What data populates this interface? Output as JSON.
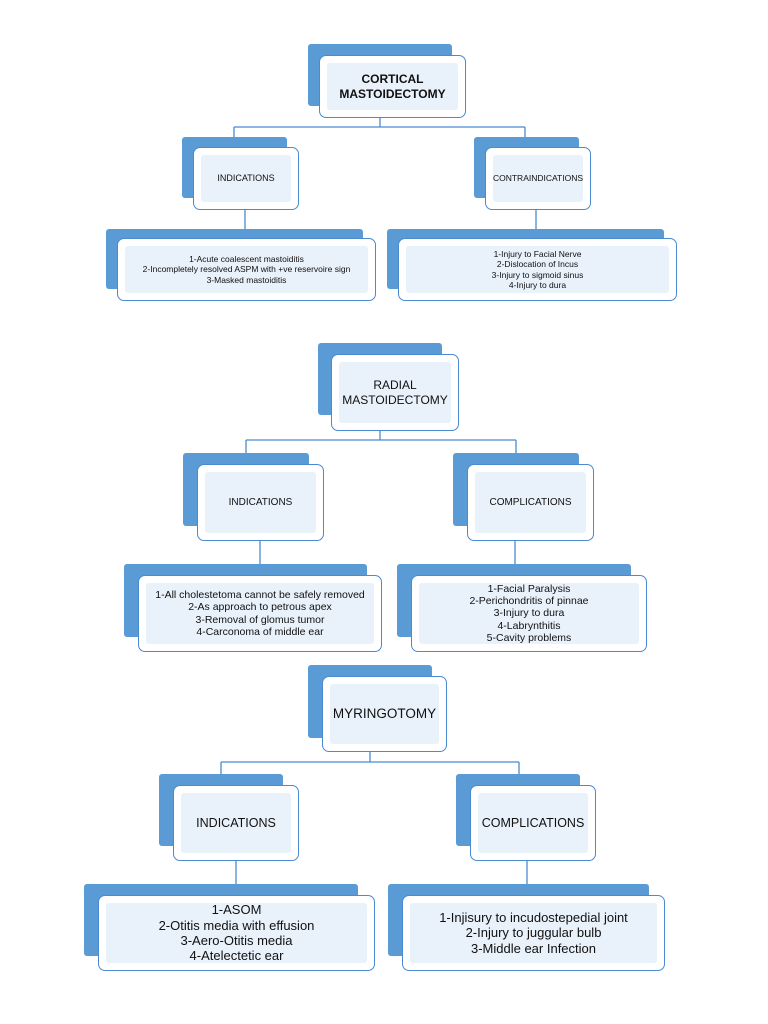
{
  "sections": [
    {
      "title": "CORTICAL\nMASTOIDECTOMY",
      "left_head": "INDICATIONS",
      "right_head": "CONTRAINDICATIONS",
      "left_items": "1-Acute coalescent mastoiditis\n2-Incompletely resolved ASPM with +ve reservoire sign\n3-Masked mastoiditis",
      "right_items": "1-Injury to Facial Nerve\n2-Dislocation of Incus\n3-Injury to sigmoid sinus\n4-Injury to dura"
    },
    {
      "title": "RADIAL\nMASTOIDECTOMY",
      "left_head": "INDICATIONS",
      "right_head": "COMPLICATIONS",
      "left_items": "1-All cholestetoma cannot be safely removed\n2-As approach to petrous apex\n3-Removal of glomus tumor\n4-Carconoma of middle ear",
      "right_items": "1-Facial Paralysis\n2-Perichondritis of pinnae\n3-Injury to dura\n4-Labrynthitis\n5-Cavity problems"
    },
    {
      "title": "MYRINGOTOMY",
      "left_head": "INDICATIONS",
      "right_head": "COMPLICATIONS",
      "left_items": "1-ASOM\n2-Otitis media with effusion\n3-Aero-Otitis media\n4-Atelectetic ear",
      "right_items": "1-Injisury to incudostepedial joint\n2-Injury to juggular bulb\n3-Middle ear Infection"
    }
  ]
}
